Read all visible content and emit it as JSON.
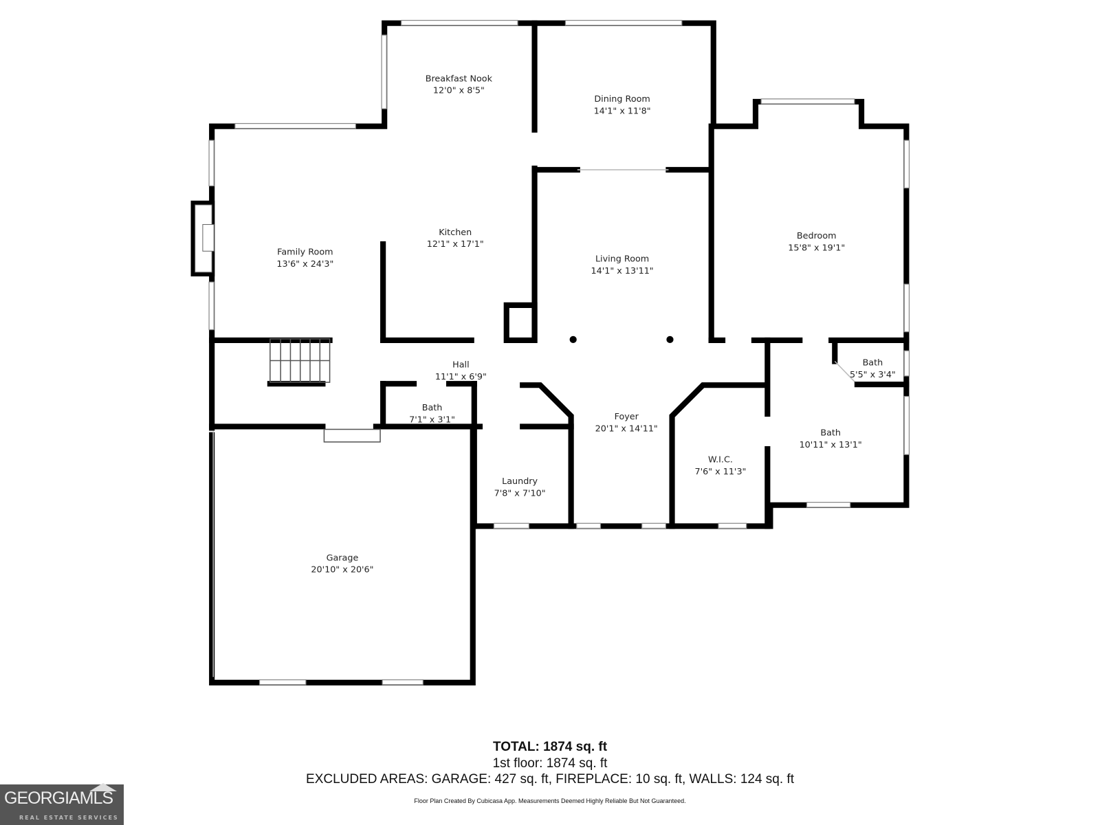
{
  "rooms": [
    {
      "name": "Breakfast Nook",
      "size": "12'0\" x 8'5\""
    },
    {
      "name": "Dining Room",
      "size": "14'1\" x 11'8\""
    },
    {
      "name": "Bedroom",
      "size": "15'8\" x 19'1\""
    },
    {
      "name": "Kitchen",
      "size": "12'1\" x 17'1\""
    },
    {
      "name": "Family Room",
      "size": "13'6\" x 24'3\""
    },
    {
      "name": "Living Room",
      "size": "14'1\" x 13'11\""
    },
    {
      "name": "Hall",
      "size": "11'1\" x 6'9\""
    },
    {
      "name": "Bath",
      "size": "5'5\" x 3'4\""
    },
    {
      "name": "Bath",
      "size": "7'1\" x 3'1\""
    },
    {
      "name": "Foyer",
      "size": "20'1\" x 14'11\""
    },
    {
      "name": "W.I.C.",
      "size": "7'6\" x 11'3\""
    },
    {
      "name": "Bath",
      "size": "10'11\" x 13'1\""
    },
    {
      "name": "Laundry",
      "size": "7'8\" x 7'10\""
    },
    {
      "name": "Garage",
      "size": "20'10\" x 20'6\""
    }
  ],
  "summary": {
    "total": "TOTAL: 1874 sq. ft",
    "floor1": "1st floor: 1874 sq. ft",
    "excluded": "EXCLUDED AREAS: GARAGE: 427 sq. ft, FIREPLACE: 10 sq. ft, WALLS: 124 sq. ft",
    "disclaimer": "Floor Plan Created By Cubicasa App. Measurements Deemed Highly Reliable But Not Guaranteed."
  },
  "logo": {
    "name": "GEORGIAMLS",
    "sub": "REAL ESTATE SERVICES"
  }
}
